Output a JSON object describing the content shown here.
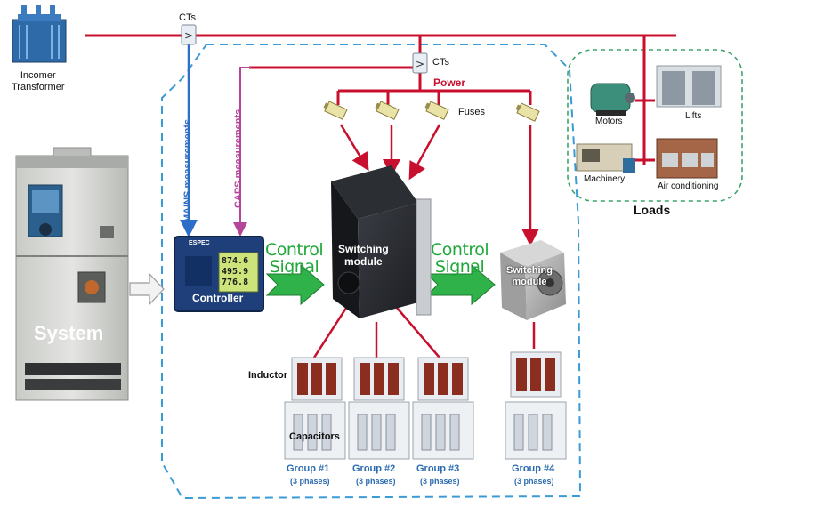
{
  "labels": {
    "incomer_transformer": "Incomer\nTransformer",
    "cts_top": "CTs",
    "cts_mid": "CTs",
    "power": "Power",
    "fuses": "Fuses",
    "mains_measurements": "MAINS measurements",
    "caps_measurements": "CAPS measurements",
    "control_signal_1": "Control\nSignal",
    "control_signal_2": "Control\nSignal",
    "switching_module_1": "Switching\nmodule",
    "switching_module_2": "Switching\nmodule",
    "controller": "Controller",
    "system": "System",
    "inductor": "Inductor",
    "capacitors": "Capacitors",
    "loads": "Loads",
    "motors": "Motors",
    "lifts": "Lifts",
    "machinery": "Machinery",
    "air_conditioning": "Air conditioning",
    "controller_readings": [
      "874.6",
      "495.9",
      "776.8"
    ],
    "controller_brand": "ESPEC"
  },
  "groups": [
    {
      "name": "Group #1",
      "phases": "(3 phases)"
    },
    {
      "name": "Group #2",
      "phases": "(3 phases)"
    },
    {
      "name": "Group #3",
      "phases": "(3 phases)"
    },
    {
      "name": "Group #4",
      "phases": "(3 phases)"
    }
  ],
  "colors": {
    "power_line": "#c8102e",
    "mains_line": "#2d6fc7",
    "caps_line": "#b5459a",
    "control_arrow": "#2fb24a",
    "boundary_blue": "#3b9bd6",
    "boundary_green": "#3aa56a",
    "group_text": "#2b6cb0"
  }
}
